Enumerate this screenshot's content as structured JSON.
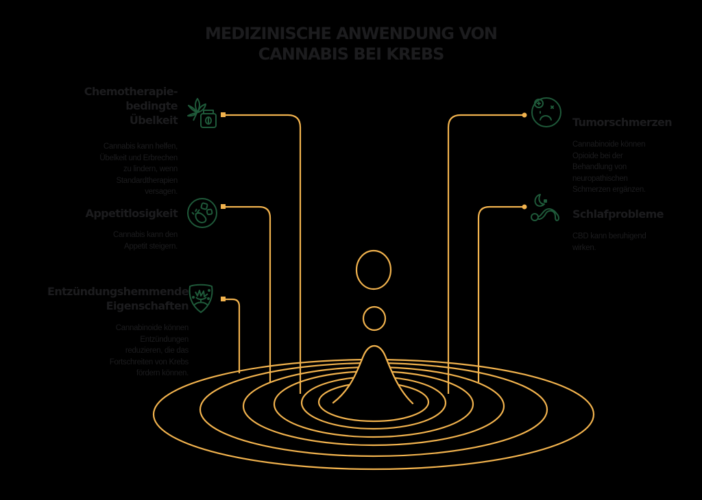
{
  "title": {
    "line1": "Medizinische Anwendung von",
    "line2": "Cannabis bei Krebs"
  },
  "colors": {
    "background": "#000000",
    "text": "#1c1c1e",
    "accent_lines": "#f2b34e",
    "icon_green": "#1f5a3a"
  },
  "items": [
    {
      "side": "left",
      "heading_lines": [
        "Chemotherapie-",
        "bedingte",
        "Übelkeit"
      ],
      "heading": "Chemotherapie-bedingte Übelkeit",
      "body_lines": [
        "Cannabis kann helfen,",
        "Übelkeit und Erbrechen",
        "zu lindern, wenn",
        "Standardtherapien",
        "versagen."
      ],
      "icon": "cannabis-leaf-bottle-icon"
    },
    {
      "side": "left",
      "heading_lines": [
        "Appetitlosigkeit"
      ],
      "heading": "Appetitlosigkeit",
      "body_lines": [
        "Cannabis kann den",
        "Appetit steigern."
      ],
      "icon": "food-plate-icon"
    },
    {
      "side": "left",
      "heading_lines": [
        "Entzündungshemmende",
        "Eigenschaften"
      ],
      "heading": "Entzündungshemmende Eigenschaften",
      "body_lines": [
        "Cannabinoide können",
        "Entzündungen",
        "reduzieren, die das",
        "Fortschreiten von Krebs",
        "fördern können."
      ],
      "icon": "shield-germ-icon"
    },
    {
      "side": "right",
      "heading_lines": [
        "Tumorschmerzen"
      ],
      "heading": "Tumorschmerzen",
      "body_lines": [
        "Cannabinoide können",
        "Opioide bei der",
        "Behandlung von",
        "neuropathischen",
        "Schmerzen ergänzen."
      ],
      "icon": "pained-face-icon"
    },
    {
      "side": "right",
      "heading_lines": [
        "Schlafprobleme"
      ],
      "heading": "Schlafprobleme",
      "body_lines": [
        "CBD kann beruhigend",
        "wirken."
      ],
      "icon": "moon-sleeping-person-icon"
    }
  ]
}
